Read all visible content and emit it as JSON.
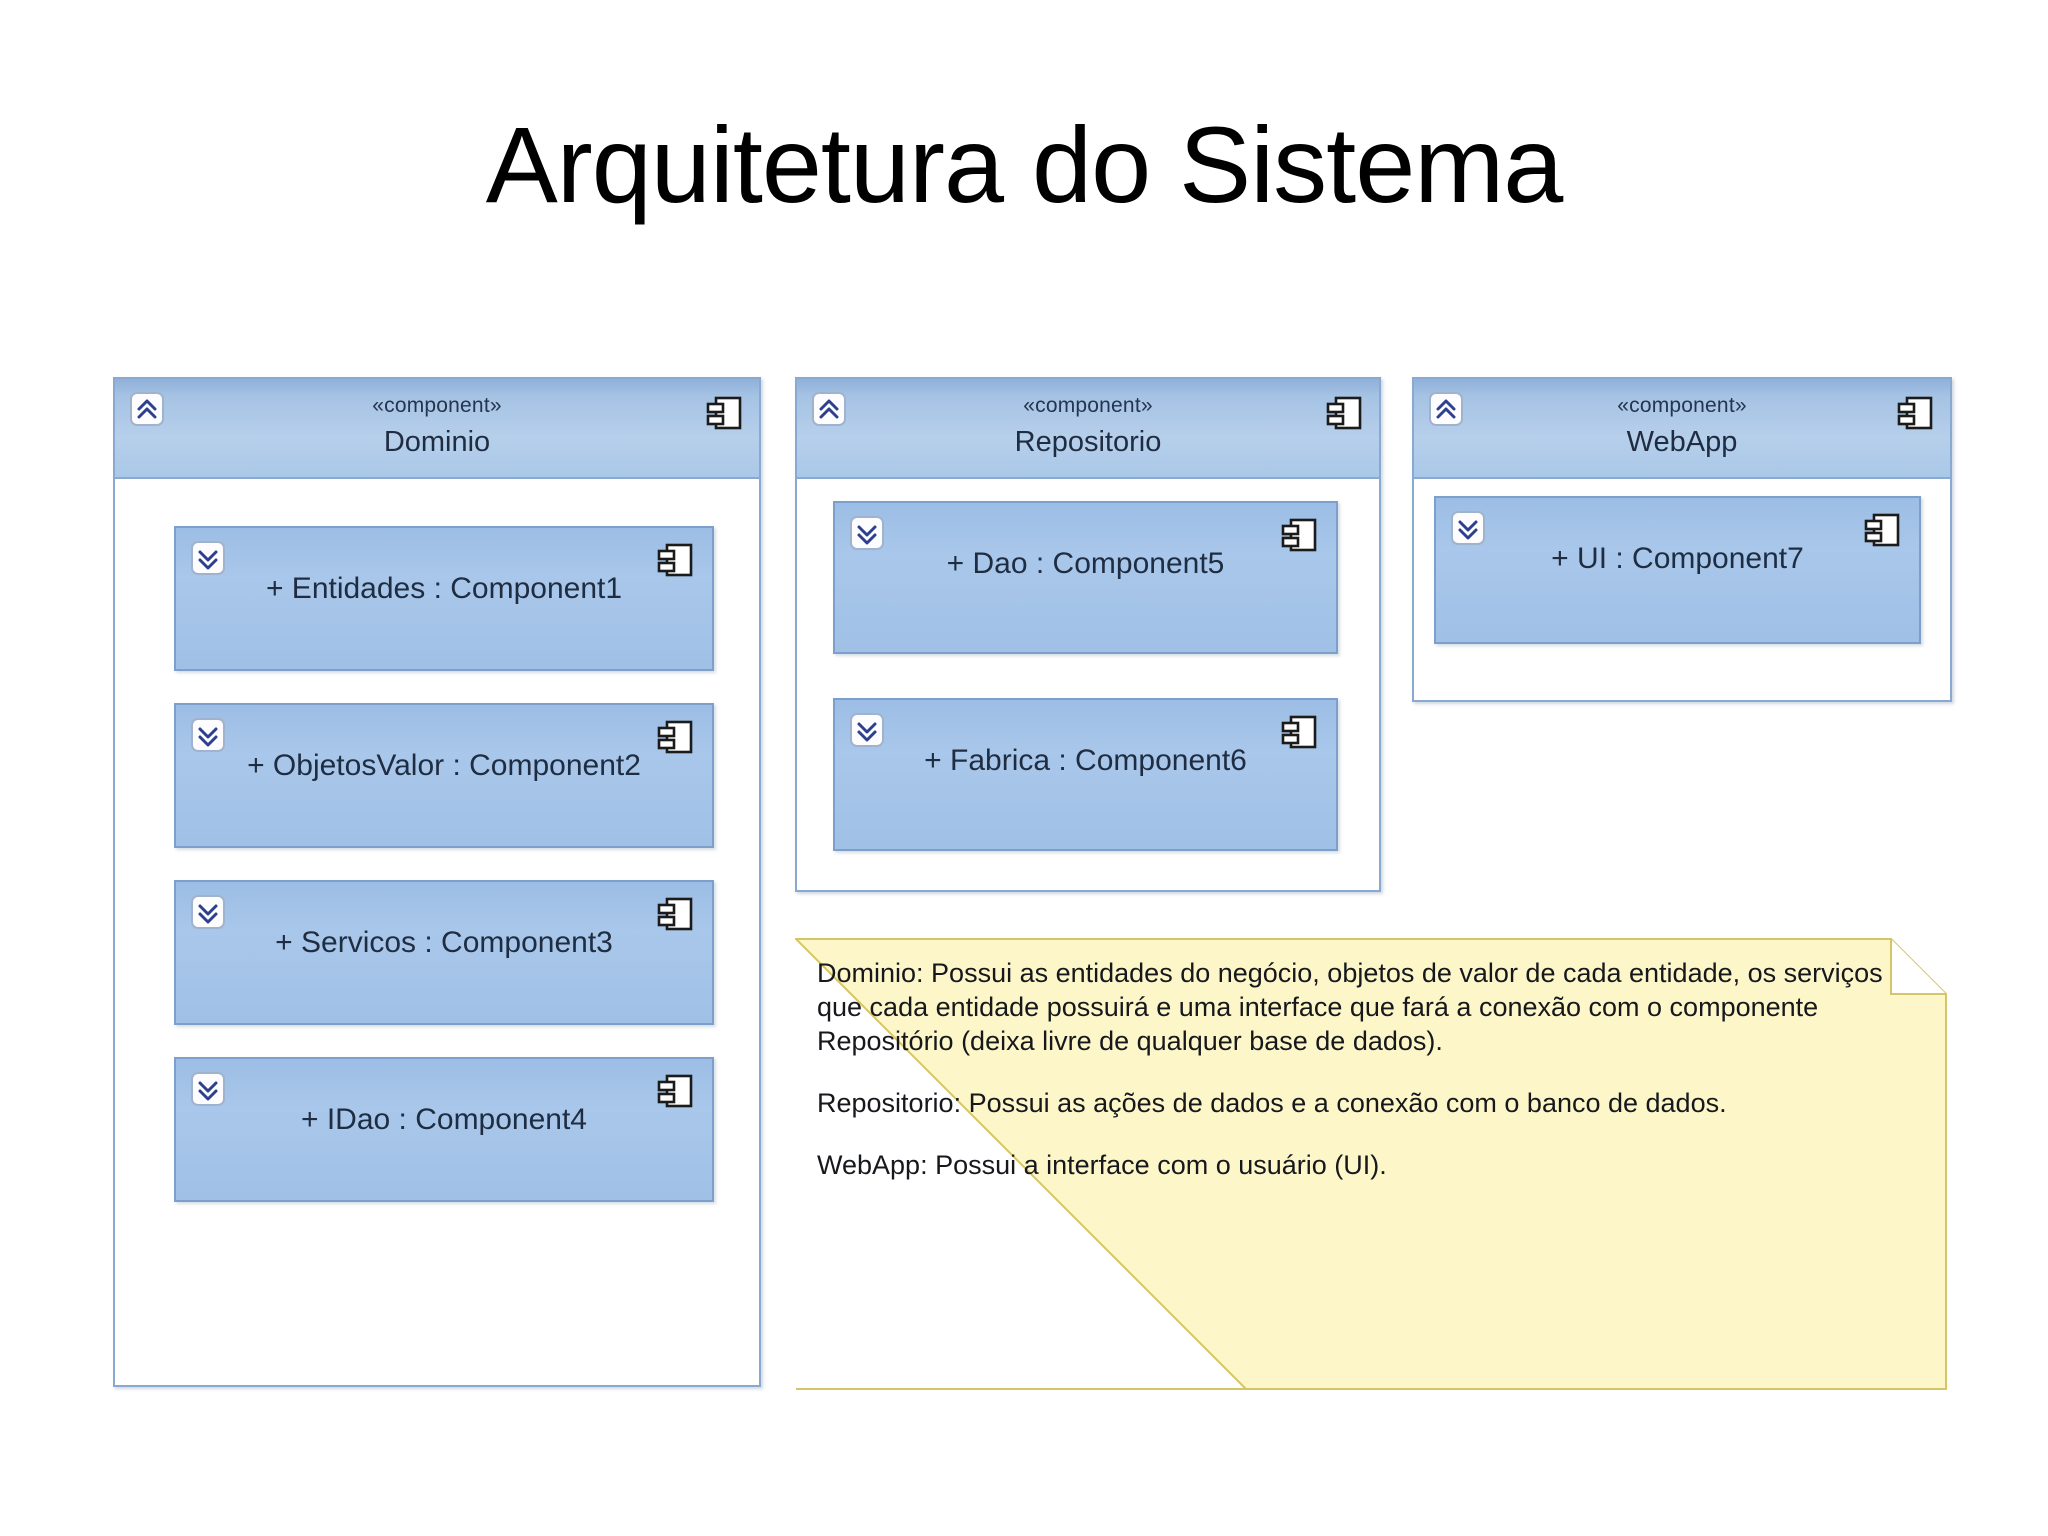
{
  "slide": {
    "title": "Arquitetura do Sistema",
    "background": "#ffffff"
  },
  "colors": {
    "component_header_top": "#8fb0da",
    "component_header_bottom": "#aac8e8",
    "component_border": "#89a9d0",
    "inner_component_fill": "#a6c3e7",
    "inner_component_border": "#7d9fcc",
    "note_fill": "#fdf6c8",
    "note_border": "#d9c96a",
    "text_dark": "#1f2d42"
  },
  "diagram": {
    "type": "uml-component-diagram",
    "packages": [
      {
        "id": "dominio",
        "stereotype": "«component»",
        "name": "Dominio",
        "collapse_icon": "chevron-double-up-icon",
        "type_icon": "uml-component-icon",
        "children": [
          {
            "id": "component1",
            "label": "+ Entidades : Component1",
            "collapse_icon": "chevron-double-down-icon",
            "type_icon": "uml-component-icon"
          },
          {
            "id": "component2",
            "label": "+ ObjetosValor : Component2",
            "collapse_icon": "chevron-double-down-icon",
            "type_icon": "uml-component-icon"
          },
          {
            "id": "component3",
            "label": "+ Servicos : Component3",
            "collapse_icon": "chevron-double-down-icon",
            "type_icon": "uml-component-icon"
          },
          {
            "id": "component4",
            "label": "+ IDao : Component4",
            "collapse_icon": "chevron-double-down-icon",
            "type_icon": "uml-component-icon"
          }
        ]
      },
      {
        "id": "repositorio",
        "stereotype": "«component»",
        "name": "Repositorio",
        "collapse_icon": "chevron-double-up-icon",
        "type_icon": "uml-component-icon",
        "children": [
          {
            "id": "component5",
            "label": "+ Dao : Component5",
            "collapse_icon": "chevron-double-down-icon",
            "type_icon": "uml-component-icon"
          },
          {
            "id": "component6",
            "label": "+ Fabrica : Component6",
            "collapse_icon": "chevron-double-down-icon",
            "type_icon": "uml-component-icon"
          }
        ]
      },
      {
        "id": "webapp",
        "stereotype": "«component»",
        "name": "WebApp",
        "collapse_icon": "chevron-double-up-icon",
        "type_icon": "uml-component-icon",
        "children": [
          {
            "id": "component7",
            "label": "+ UI : Component7",
            "collapse_icon": "chevron-double-down-icon",
            "type_icon": "uml-component-icon"
          }
        ]
      }
    ],
    "note": {
      "id": "legend-note",
      "paragraphs": [
        "Dominio: Possui as entidades do negócio, objetos de valor de cada entidade, os serviços que cada entidade possuirá e uma interface que fará a conexão com o componente Repositório (deixa livre de qualquer base de dados).",
        "Repositorio: Possui as ações de dados e a conexão com o banco de dados.",
        "WebApp: Possui a interface com o usuário (UI)."
      ]
    }
  }
}
